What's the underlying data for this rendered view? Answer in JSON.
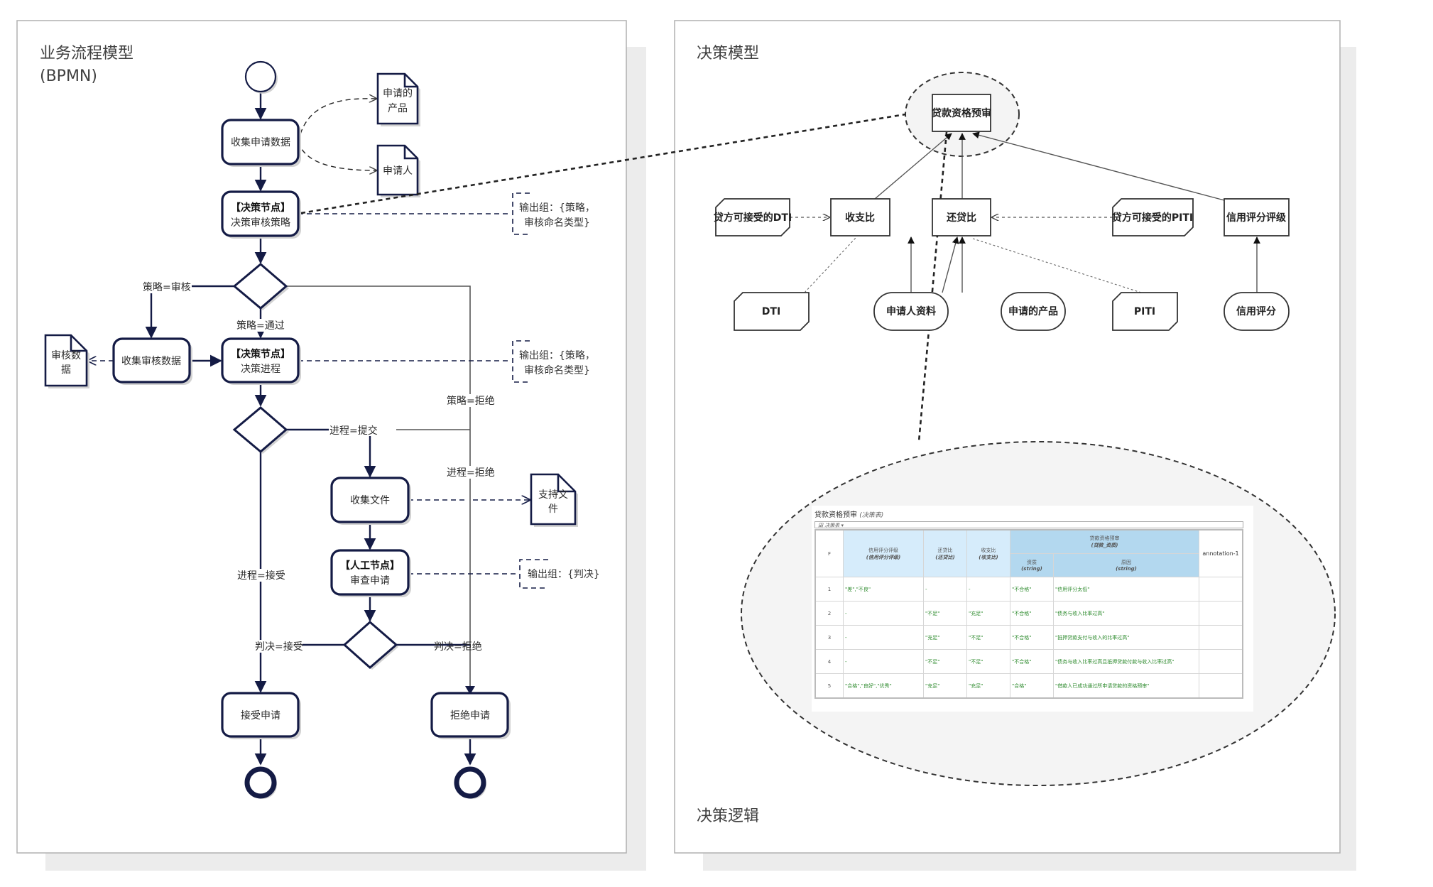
{
  "bpmn": {
    "title_line1": "业务流程模型",
    "title_line2": "(BPMN)",
    "tasks": {
      "collect_application": "收集申请数据",
      "decision_strategy_tag": "【决策节点】",
      "decision_strategy": "决策审核策略",
      "collect_review": "收集审核数据",
      "decision_process_tag": "【决策节点】",
      "decision_process": "决策进程",
      "collect_files": "收集文件",
      "manual_tag": "【人工节点】",
      "review_application": "审查申请",
      "accept_application": "接受申请",
      "reject_application": "拒绝申请"
    },
    "data_objects": {
      "applied_product_line1": "申请的",
      "applied_product_line2": "产品",
      "applicant": "申请人",
      "review_data_line1": "审核数",
      "review_data_line2": "据",
      "support_docs_line1": "支持文",
      "support_docs_line2": "件"
    },
    "flow_labels": {
      "strategy_review": "策略=审核",
      "strategy_pass": "策略=通过",
      "strategy_reject": "策略=拒绝",
      "process_submit": "进程=提交",
      "process_reject": "进程=拒绝",
      "process_accept": "进程=接受",
      "verdict_accept": "判决=接受",
      "verdict_reject": "判决=拒绝"
    },
    "annotations": {
      "output1_line1": "输出组：{策略，",
      "output1_line2": "审核命名类型}",
      "output2_line1": "输出组：{策略，",
      "output2_line2": "审核命名类型}",
      "output3": "输出组：{判决}"
    }
  },
  "dmn": {
    "title": "决策模型",
    "logic_title": "决策逻辑",
    "decisions": {
      "loan_prequal": "贷款资格预审",
      "dti": "收支比",
      "piti": "还贷比",
      "credit_rating": "信用评分评级"
    },
    "knowledge": {
      "lender_dti": "贷方可接受的DTI",
      "lender_piti": "贷方可接受的PITI",
      "dti_src": "DTI",
      "piti_src": "PITI"
    },
    "inputs": {
      "applicant_profile": "申请人资料",
      "applied_product": "申请的产品",
      "credit_score": "信用评分"
    }
  },
  "decision_table": {
    "name": "贷款资格预审",
    "kind": "(决策表)",
    "toolbar": "田 决策表 ▾",
    "hit_policy": "F",
    "inputs": [
      {
        "label": "信用评分评级",
        "expr": "(信用评分评级)"
      },
      {
        "label": "还贷比",
        "expr": "(还贷比)"
      },
      {
        "label": "收支比",
        "expr": "(收支比)"
      }
    ],
    "output_group": {
      "label": "贷款资格预审",
      "expr": "(贷款_资质)"
    },
    "outputs": [
      {
        "label": "资质",
        "type": "(string)"
      },
      {
        "label": "原因",
        "type": "(string)"
      }
    ],
    "annotation_header": "annotation-1",
    "rules": [
      {
        "n": "1",
        "rating": "\"差\",\"不良\"",
        "piti": "-",
        "dti": "-",
        "qual": "\"不合格\"",
        "reason": "\"信用评分太低\""
      },
      {
        "n": "2",
        "rating": "-",
        "piti": "\"不足\"",
        "dti": "\"充足\"",
        "qual": "\"不合格\"",
        "reason": "\"债务与收入比率过高\""
      },
      {
        "n": "3",
        "rating": "-",
        "piti": "\"充足\"",
        "dti": "\"不足\"",
        "qual": "\"不合格\"",
        "reason": "\"抵押贷款支付与收入的比率过高\""
      },
      {
        "n": "4",
        "rating": "-",
        "piti": "\"不足\"",
        "dti": "\"不足\"",
        "qual": "\"不合格\"",
        "reason": "\"债务与收入比率过高且抵押贷款付款与收入比率过高\""
      },
      {
        "n": "5",
        "rating": "\"合格\",\"良好\",\"优秀\"",
        "piti": "\"充足\"",
        "dti": "\"充足\"",
        "qual": "\"合格\"",
        "reason": "\"借款人已成功通过所申请贷款的资格预审\""
      }
    ]
  }
}
